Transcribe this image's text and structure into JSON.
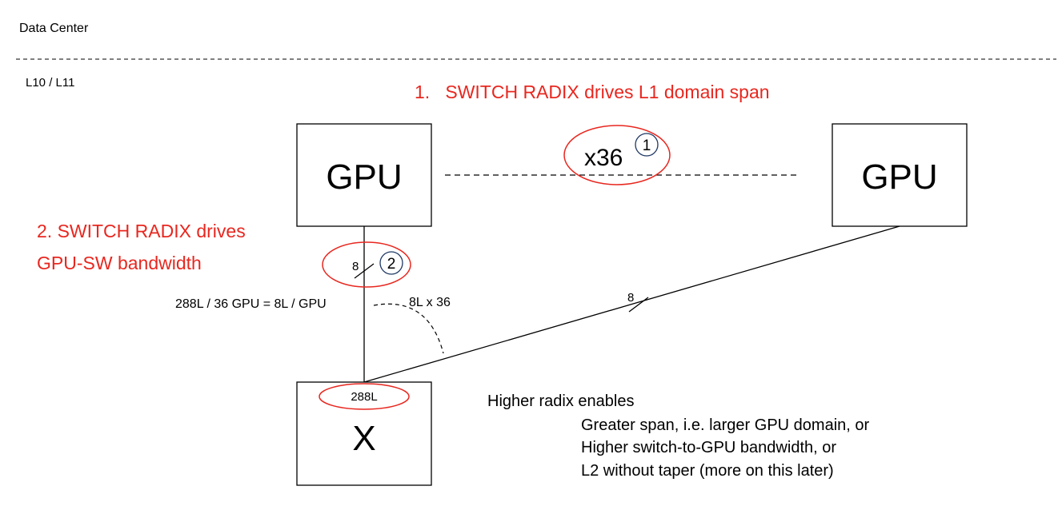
{
  "header": {
    "title": "Data Center",
    "level": "L10 / L11"
  },
  "callouts": {
    "item1": "1.   SWITCH RADIX drives L1 domain span",
    "item2_line1": "2. SWITCH RADIX drives",
    "item2_line2": "GPU-SW bandwidth",
    "marker1": "1",
    "marker2": "2"
  },
  "nodes": {
    "gpu_left": "GPU",
    "gpu_right": "GPU",
    "switch": "X"
  },
  "labels": {
    "span_count": "x36",
    "left_link_width": "8",
    "right_link_width": "8",
    "bandwidth_formula": "288L / 36 GPU = 8L / GPU",
    "fanout": "8L x 36",
    "switch_ports": "288L"
  },
  "notes": {
    "heading": "Higher radix enables",
    "items": [
      "Greater span, i.e. larger GPU domain, or",
      "Higher switch-to-GPU bandwidth, or",
      "L2 without taper (more on this later)"
    ]
  },
  "colors": {
    "accent": "#e8271f",
    "marker_stroke": "#1f3864",
    "line": "#000000"
  }
}
